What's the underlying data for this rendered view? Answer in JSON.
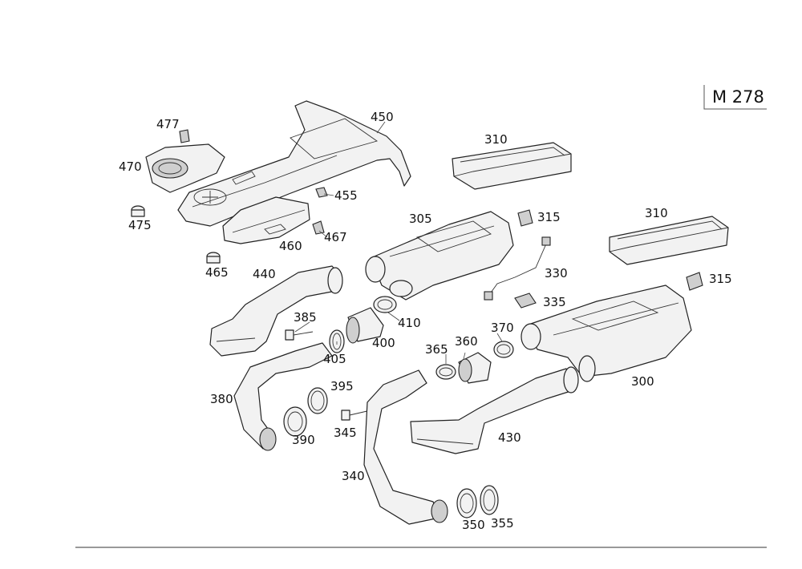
{
  "engine_code": "M 278",
  "callouts": {
    "c477": "477",
    "c470": "470",
    "c475": "475",
    "c450": "450",
    "c455": "455",
    "c460": "460",
    "c467": "467",
    "c465": "465",
    "c440": "440",
    "c385": "385",
    "c405": "405",
    "c400": "400",
    "c410": "410",
    "c380": "380",
    "c395": "395",
    "c390": "390",
    "c345": "345",
    "c340": "340",
    "c350": "350",
    "c355": "355",
    "c365": "365",
    "c360": "360",
    "c370": "370",
    "c430": "430",
    "c305": "305",
    "c315a": "315",
    "c330": "330",
    "c335": "335",
    "c310a": "310",
    "c310b": "310",
    "c315b": "315",
    "c300": "300"
  }
}
